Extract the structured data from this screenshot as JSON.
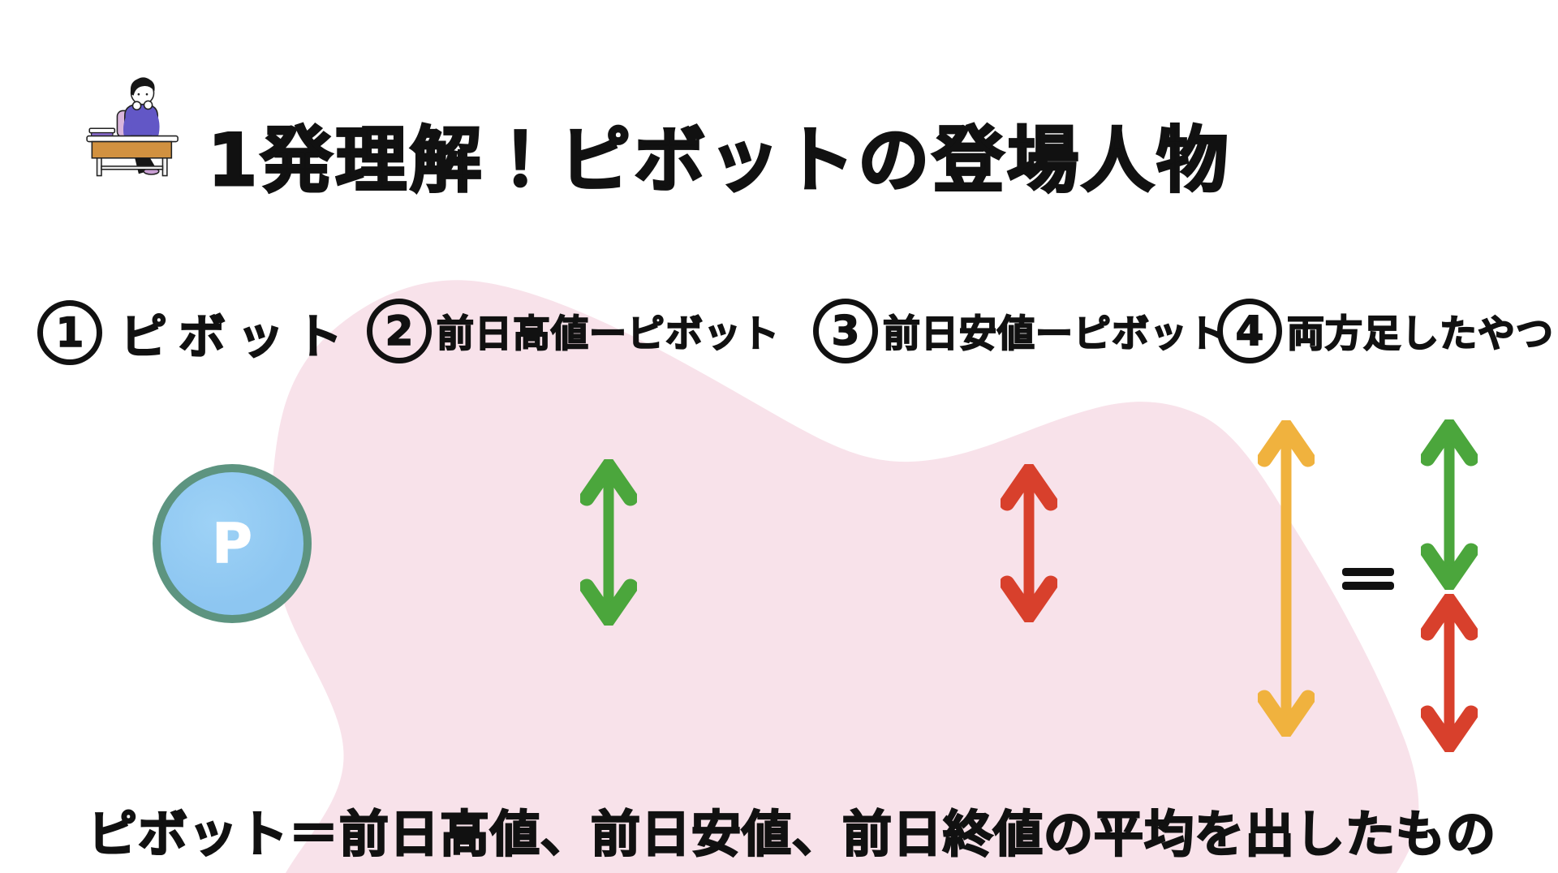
{
  "header": {
    "title": "1発理解！ピボットの登場人物"
  },
  "items": [
    {
      "number": "1",
      "label": "ピボット"
    },
    {
      "number": "2",
      "label": "前日高値ーピボット"
    },
    {
      "number": "3",
      "label": "前日安値ーピボット"
    },
    {
      "number": "4",
      "label": "両方足したやつ"
    }
  ],
  "diagram": {
    "pivot_circle_label": "P",
    "equals": "＝",
    "arrows": [
      {
        "item": "2",
        "color_name": "green",
        "meaning": "前日高値ーピボット"
      },
      {
        "item": "3",
        "color_name": "red",
        "meaning": "前日安値ーピボット"
      },
      {
        "item": "4",
        "color_name": "orange",
        "meaning": "両方足したやつ",
        "equals_sum_of": [
          "green",
          "red"
        ]
      }
    ]
  },
  "footer": {
    "formula": "ピボット＝前日高値、前日安値、前日終値の平均を出したもの"
  },
  "colors": {
    "pink-blob": "#f8e2ea",
    "green-arrow": "#4ba63c",
    "red-arrow": "#d8402c",
    "orange-arrow": "#f0b23e",
    "circle-fill": "#8dc6f1",
    "circle-ring": "#5d9480",
    "text-black": "#111111"
  }
}
